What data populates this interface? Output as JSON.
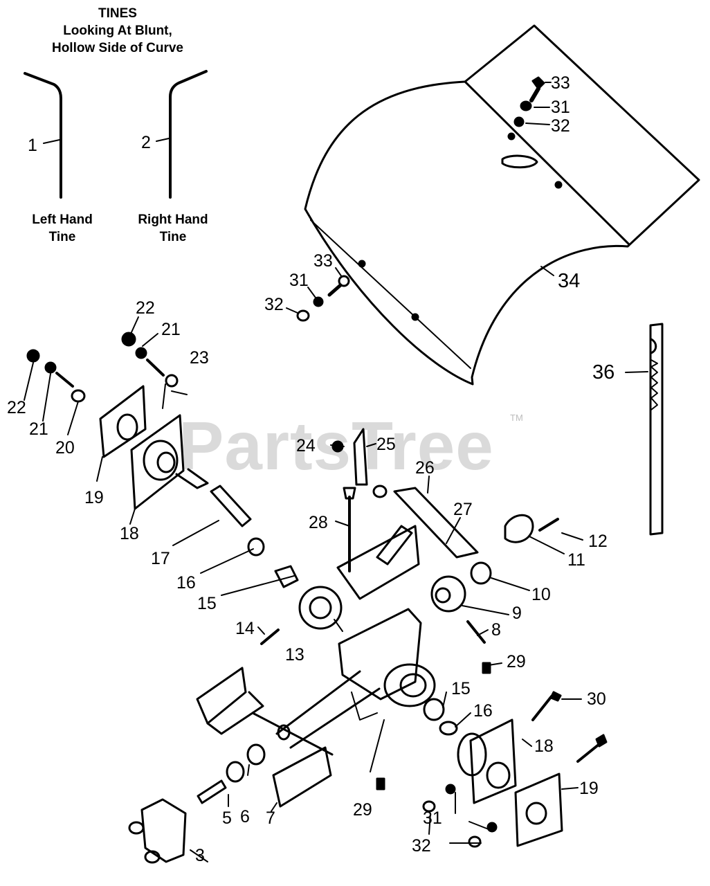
{
  "header": {
    "line1": "TINES",
    "line2": "Looking At Blunt,",
    "line3": "Hollow Side of Curve"
  },
  "tines": {
    "left_line1": "Left Hand",
    "left_line2": "Tine",
    "right_line1": "Right Hand",
    "right_line2": "Tine"
  },
  "watermark": {
    "text": "PartsTree",
    "tm": "TM"
  },
  "callouts": {
    "c1": "1",
    "c2": "2",
    "c3": "3",
    "c5": "5",
    "c6": "6",
    "c7": "7",
    "c8": "8",
    "c9": "9",
    "c10": "10",
    "c11": "11",
    "c12": "12",
    "c13": "13",
    "c14": "14",
    "c15a": "15",
    "c15b": "15",
    "c16a": "16",
    "c16b": "16",
    "c17": "17",
    "c18a": "18",
    "c18b": "18",
    "c19a": "19",
    "c19b": "19",
    "c20": "20",
    "c21a": "21",
    "c21b": "21",
    "c22a": "22",
    "c22b": "22",
    "c23": "23",
    "c24": "24",
    "c25": "25",
    "c26": "26",
    "c27": "27",
    "c28": "28",
    "c29a": "29",
    "c29b": "29",
    "c30": "30",
    "c31a": "31",
    "c31b": "31",
    "c31c": "31",
    "c32a": "32",
    "c32b": "32",
    "c32c": "32",
    "c33a": "33",
    "c33b": "33",
    "c34": "34",
    "c36": "36"
  }
}
